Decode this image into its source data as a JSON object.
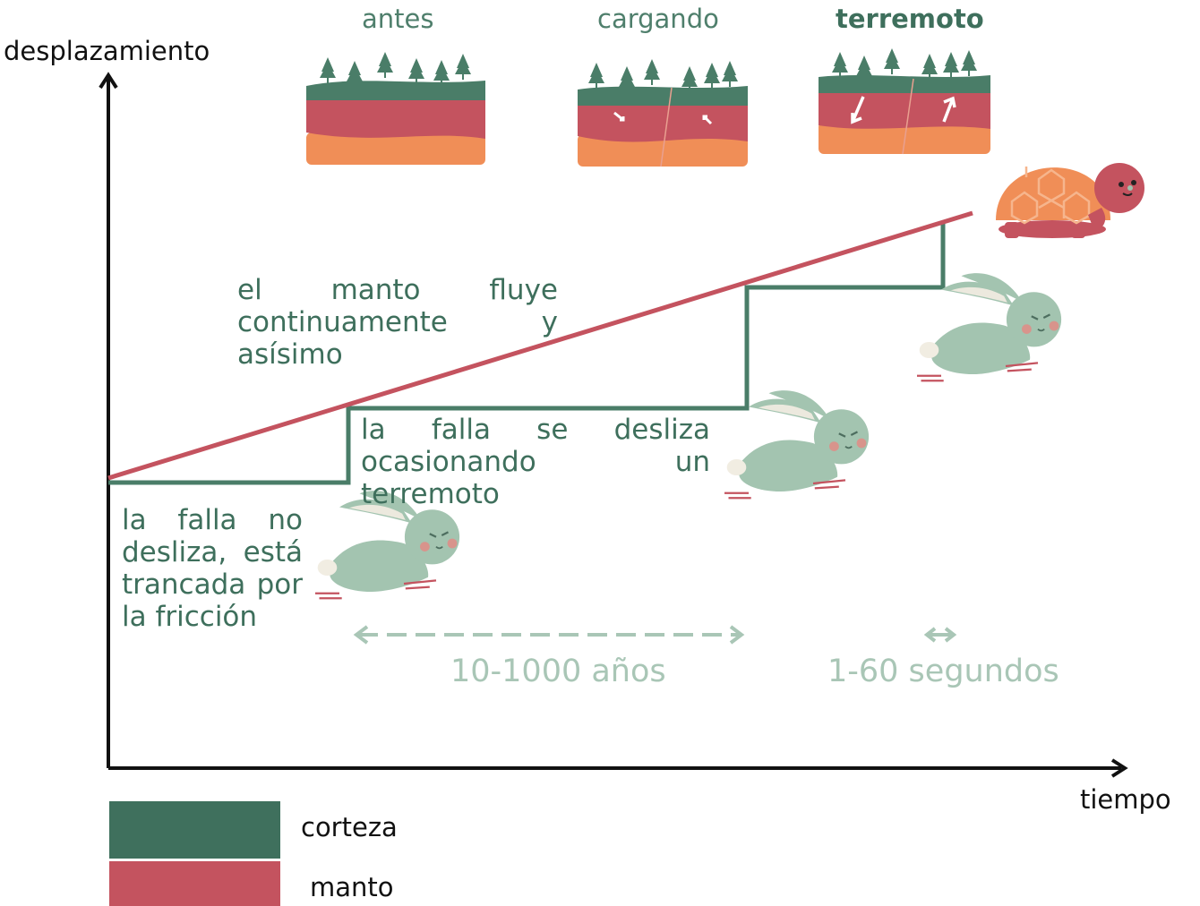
{
  "axes": {
    "y_label": "desplazamiento",
    "x_label": "tiempo"
  },
  "stages": [
    {
      "label": "antes",
      "emphasis": false
    },
    {
      "label": "cargando",
      "emphasis": false
    },
    {
      "label": "terremoto",
      "emphasis": true
    }
  ],
  "annotations": {
    "mantle_flow": [
      "el manto fluye",
      "continuamente y asísimo"
    ],
    "fault_slips": [
      "la falla se desliza",
      "ocasionando un terremoto"
    ],
    "fault_locked": [
      "la falla no",
      "desliza, está",
      "trancada por",
      "la fricción"
    ]
  },
  "durations": {
    "interseismic": "10-1000 años",
    "coseismic": "1-60 segundos"
  },
  "legend": [
    {
      "label": "corteza",
      "color": "#3f705d"
    },
    {
      "label": "manto",
      "color": "#c4535f"
    }
  ],
  "colors": {
    "crust": "#4a7d68",
    "mantle": "#c4535f",
    "duration_arrow": "#a9c6b6",
    "animal_rabbit": "#9fc1ad",
    "animal_tortoise": "#f08e57"
  },
  "icons": [
    "rabbit-icon",
    "tortoise-icon",
    "tree-icon",
    "slip-arrow-icon"
  ]
}
